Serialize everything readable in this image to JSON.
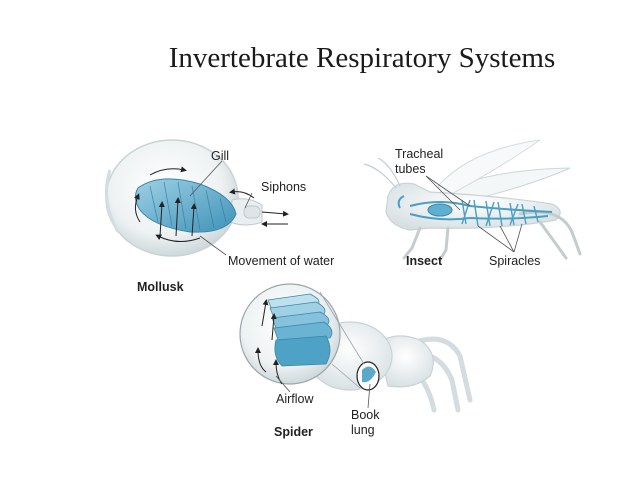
{
  "title": "Invertebrate Respiratory Systems",
  "labels": {
    "gill": "Gill",
    "siphons": "Siphons",
    "movement_of_water": "Movement of water",
    "mollusk": "Mollusk",
    "tracheal_tubes_line1": "Tracheal",
    "tracheal_tubes_line2": "tubes",
    "insect": "Insect",
    "spiracles": "Spiracles",
    "airflow": "Airflow",
    "book_lung_line1": "Book",
    "book_lung_line2": "lung",
    "spider": "Spider"
  },
  "colors": {
    "gill_blue": "#5aa9c9",
    "trachea_blue": "#4a9fc4",
    "body_white": "#eef3f4",
    "outline": "#c9d3d6",
    "text": "#222222"
  }
}
